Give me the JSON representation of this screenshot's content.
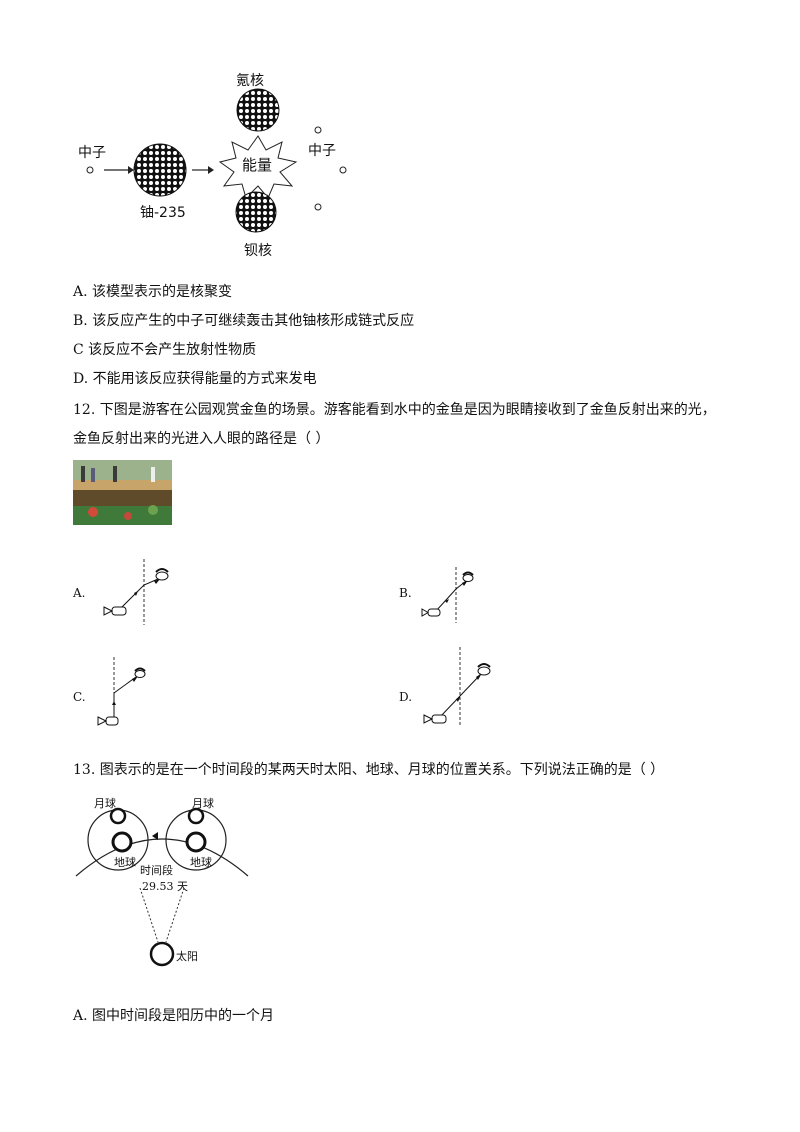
{
  "fission": {
    "neutron_left": "中子",
    "uranium": "铀-235",
    "krypton": "氪核",
    "energy": "能量",
    "neutron_right": "中子",
    "barium": "钡核"
  },
  "q11": {
    "options": [
      "A. 该模型表示的是核聚变",
      "B. 该反应产生的中子可继续轰击其他铀核形成链式反应",
      "C  该反应不会产生放射性物质",
      "D. 不能用该反应获得能量的方式来发电"
    ]
  },
  "q12": {
    "line1": "12. 下图是游客在公园观赏金鱼的场景。游客能看到水中的金鱼是因为眼睛接收到了金鱼反射出来的光，",
    "line2": "金鱼反射出来的光进入人眼的路径是（    ）",
    "option_labels": [
      "A.",
      "B.",
      "C.",
      "D."
    ]
  },
  "q13": {
    "stem": "13. 图表示的是在一个时间段的某两天时太阳、地球、月球的位置关系。下列说法正确的是（    ）",
    "moon_left": "月球",
    "moon_right": "月球",
    "earth_left": "地球",
    "earth_right": "地球",
    "period_label": "时间段",
    "period_value": "29.53 天",
    "sun": "太阳",
    "option_a": "A. 图中时间段是阳历中的一个月"
  }
}
